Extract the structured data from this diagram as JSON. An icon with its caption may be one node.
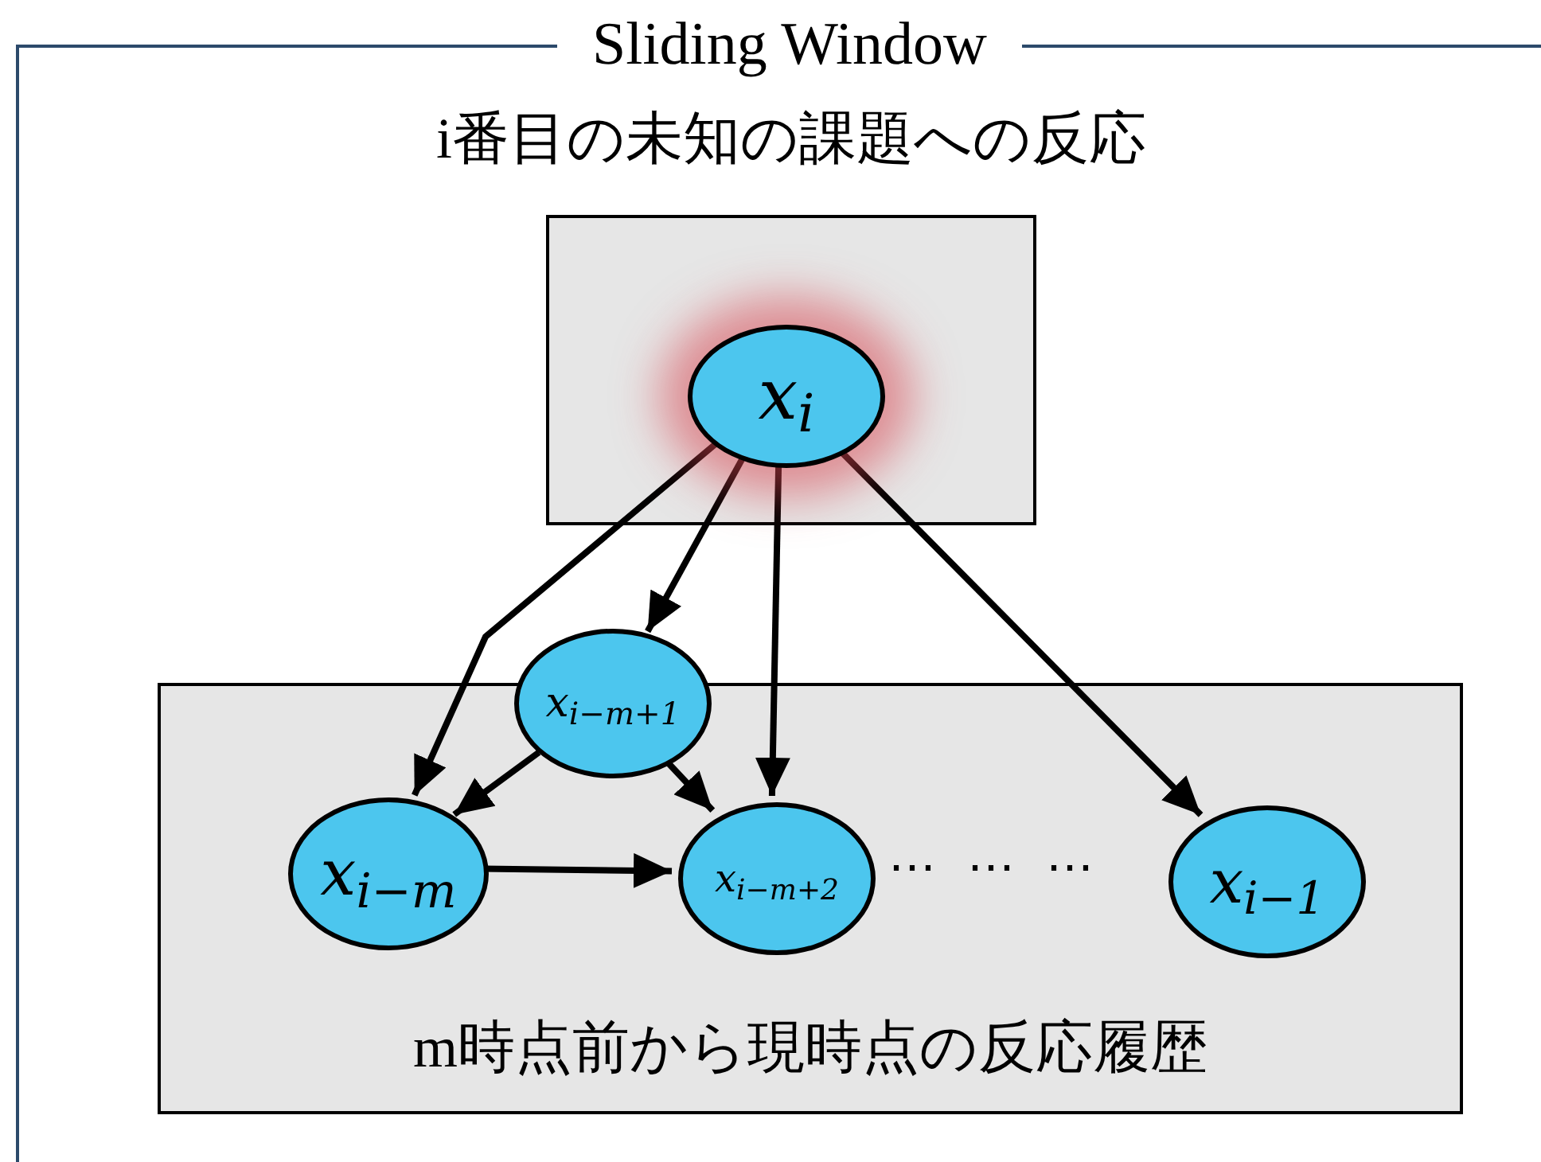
{
  "diagram": {
    "nodes": [
      {
        "text": [
          "Sliding Window"
        ]
      },
      {
        "text": [
          "i番目の未知の課題への反応"
        ],
        "in": 0
      },
      {
        "text": [
          "x$_{i}$"
        ],
        "in": 1
      },
      {
        "text": [
          "m時点前から現時点の反応履歴"
        ],
        "in": 0
      },
      {
        "text": [
          "x$_{i−m+1}$"
        ],
        "in": 0
      },
      {
        "text": [
          "x$_{i−m}$"
        ],
        "in": 3
      },
      {
        "text": [
          "x$_{i−m+2}$"
        ],
        "in": 3
      },
      {
        "text": [
          "x$_{i−1}$"
        ],
        "in": 3
      }
    ],
    "edges": [
      {
        "from": 2,
        "to": 5,
        "arrow": "to"
      },
      {
        "from": 2,
        "to": 4,
        "arrow": "to"
      },
      {
        "from": 2,
        "to": 6,
        "arrow": "to"
      },
      {
        "from": 2,
        "to": 7,
        "arrow": "to"
      },
      {
        "from": 4,
        "to": 5,
        "arrow": "to"
      },
      {
        "from": 4,
        "to": 6,
        "arrow": "to"
      },
      {
        "from": 5,
        "to": 6,
        "arrow": "to"
      }
    ],
    "labels": [
      "⋯ ⋯ ⋯"
    ]
  }
}
